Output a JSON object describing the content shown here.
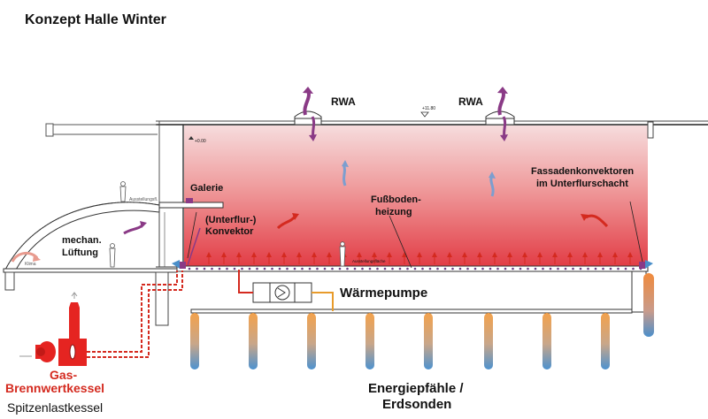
{
  "title": "Konzept Halle Winter",
  "labels": {
    "rwa_left": "RWA",
    "rwa_right": "RWA",
    "level_roof": "+11.80",
    "level_hall": "+0.00",
    "galerie": "Galerie",
    "unterflur_line1": "(Unterflur-)",
    "unterflur_line2": "Konvektor",
    "fussboden_line1": "Fußboden-",
    "fussboden_line2": "heizung",
    "fassade_line1": "Fassadenkonvektoren",
    "fassade_line2": "im Unterflurschacht",
    "mechan_line1": "mechan.",
    "mechan_line2": "Lüftung",
    "waermepumpe": "Wärmepumpe",
    "gas_line1": "Gas-",
    "gas_line2": "Brennwertkessel",
    "spitzenlast": "Spitzenlastkessel",
    "energie_line1": "Energiepfähle /",
    "energie_line2": "Erdsonden",
    "small_ausstellung_top": "Ausstellungsfl.",
    "small_ausstellung_floor": "Ausstellungsfläche",
    "small_klima": "Klima"
  },
  "colors": {
    "warm_air": "#e8434a",
    "flow_red": "#d42a1f",
    "flow_orange": "#e89b2b",
    "accent_purple": "#8a3a86",
    "cool_blue": "#4a8fc9",
    "boiler_red": "#e52421"
  }
}
